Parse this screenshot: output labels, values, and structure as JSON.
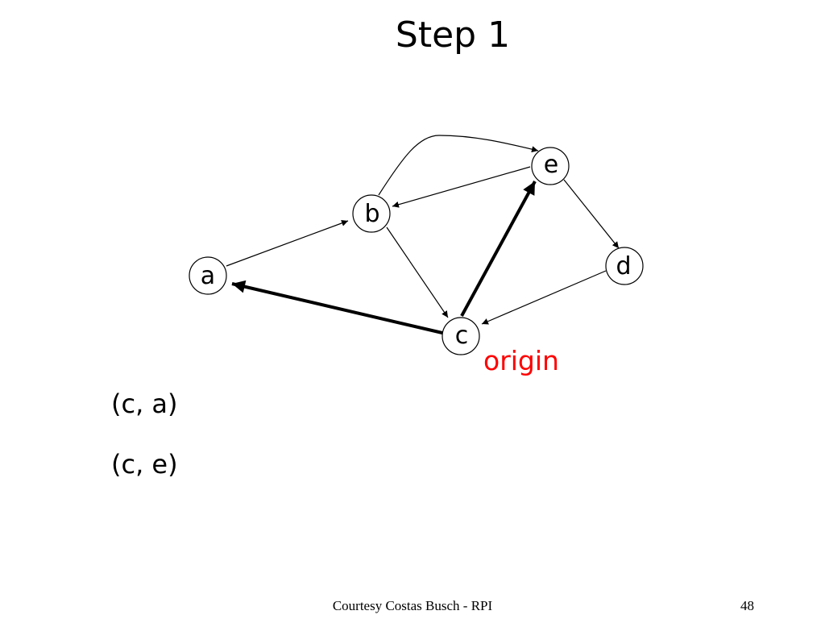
{
  "title": "Step 1",
  "graph": {
    "nodes": [
      {
        "id": "a",
        "label": "a"
      },
      {
        "id": "b",
        "label": "b"
      },
      {
        "id": "c",
        "label": "c"
      },
      {
        "id": "d",
        "label": "d"
      },
      {
        "id": "e",
        "label": "e"
      }
    ],
    "edges": [
      {
        "from": "a",
        "to": "b",
        "highlighted": false
      },
      {
        "from": "b",
        "to": "c",
        "highlighted": false
      },
      {
        "from": "b",
        "to": "e",
        "highlighted": false
      },
      {
        "from": "e",
        "to": "b",
        "highlighted": false
      },
      {
        "from": "e",
        "to": "d",
        "highlighted": false
      },
      {
        "from": "d",
        "to": "c",
        "highlighted": false
      },
      {
        "from": "c",
        "to": "a",
        "highlighted": true
      },
      {
        "from": "c",
        "to": "e",
        "highlighted": true
      }
    ],
    "origin_label": "origin",
    "origin_color": "#ff0000"
  },
  "edge_list": [
    "(c, a)",
    "(c, e)"
  ],
  "footer": {
    "credit": "Courtesy Costas Busch - RPI",
    "page_number": "48"
  }
}
